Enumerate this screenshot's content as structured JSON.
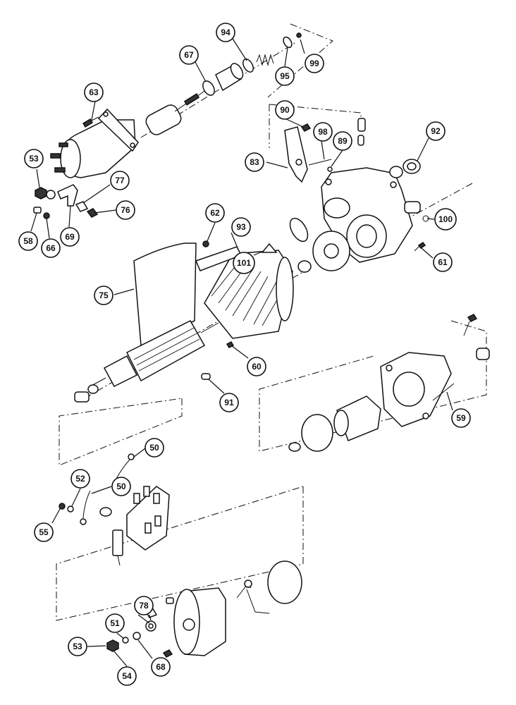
{
  "callouts": [
    {
      "label": "94"
    },
    {
      "label": "67"
    },
    {
      "label": "95"
    },
    {
      "label": "99"
    },
    {
      "label": "63"
    },
    {
      "label": "90"
    },
    {
      "label": "98"
    },
    {
      "label": "89"
    },
    {
      "label": "92"
    },
    {
      "label": "83"
    },
    {
      "label": "53"
    },
    {
      "label": "77"
    },
    {
      "label": "76"
    },
    {
      "label": "58"
    },
    {
      "label": "66"
    },
    {
      "label": "69"
    },
    {
      "label": "62"
    },
    {
      "label": "93"
    },
    {
      "label": "100"
    },
    {
      "label": "101"
    },
    {
      "label": "61"
    },
    {
      "label": "75"
    },
    {
      "label": "60"
    },
    {
      "label": "91"
    },
    {
      "label": "59"
    },
    {
      "label": "50"
    },
    {
      "label": "52"
    },
    {
      "label": "50"
    },
    {
      "label": "55"
    },
    {
      "label": "78"
    },
    {
      "label": "51"
    },
    {
      "label": "53"
    },
    {
      "label": "54"
    },
    {
      "label": "68"
    }
  ]
}
